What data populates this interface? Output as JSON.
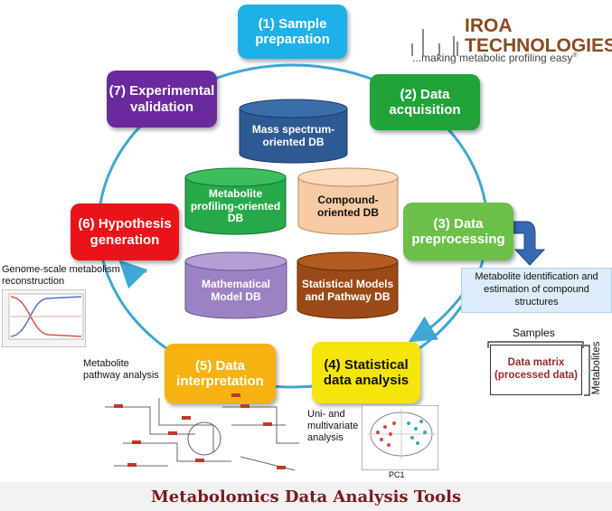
{
  "steps": {
    "s1": {
      "label": "(1) Sample preparation",
      "color": "#1eb0e8"
    },
    "s2": {
      "label": "(2) Data acquisition",
      "color": "#21a33a"
    },
    "s3": {
      "label": "(3) Data preprocessing",
      "color": "#6cc04a"
    },
    "s4": {
      "label": "(4) Statistical data analysis",
      "color": "#f5e50c"
    },
    "s5": {
      "label": "(5) Data interpretation",
      "color": "#f5b211"
    },
    "s6": {
      "label": "(6) Hypothesis generation",
      "color": "#e8141a"
    },
    "s7": {
      "label": "(7) Experimental validation",
      "color": "#6a2a9e"
    }
  },
  "databases": {
    "mass": {
      "label": "Mass spectrum-oriented DB",
      "color": "#2d5a93"
    },
    "metabolite": {
      "label": "Metabolite profiling-oriented DB",
      "color": "#27a84a"
    },
    "compound": {
      "label": "Compound-oriented DB",
      "color": "#f7cba3"
    },
    "mathematical": {
      "label": "Mathematical Model DB",
      "color": "#9b82c4"
    },
    "statistical": {
      "label": "Statistical Models and Pathway DB",
      "color": "#9a4a16"
    }
  },
  "logo": {
    "name_line1": "IROA",
    "name_line2": "TECHNOLOGIES",
    "tagline": "...making metabolic profiling easy",
    "mark": "®"
  },
  "annotations": {
    "identification": "Metabolite identification and estimation of compound structures",
    "samples": "Samples",
    "metabolites": "Metabolites",
    "data_matrix": "Data matrix (processed data)",
    "genome": "Genome-scale metabolism reconstruction",
    "pathway": "Metabolite pathway analysis",
    "uni_multi": "Uni- and multivariate analysis",
    "pc1": "PC1"
  },
  "footer": {
    "title": "Metabolomics Data Analysis Tools"
  }
}
